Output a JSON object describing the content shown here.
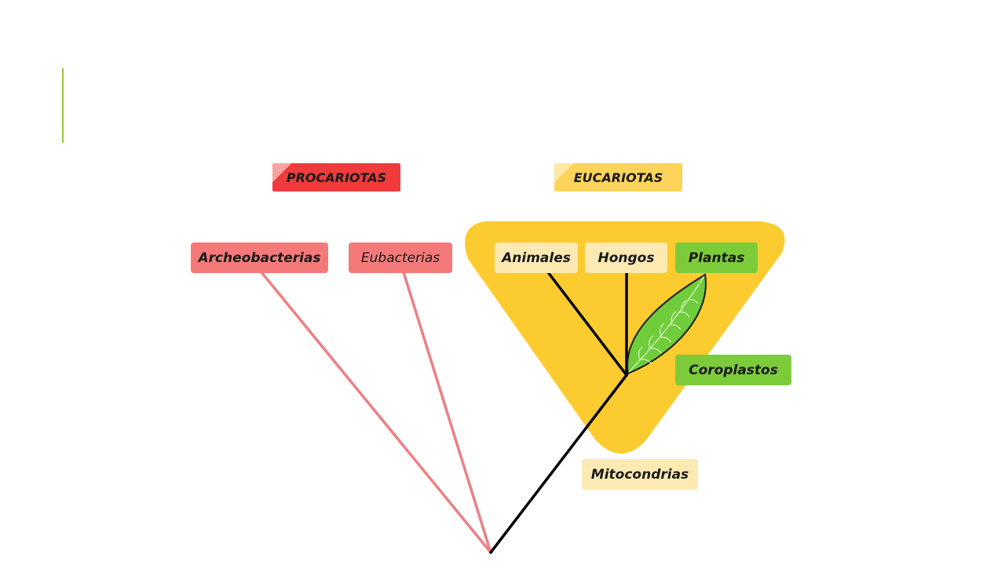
{
  "header": {
    "procariotas": "PROCARIOTAS",
    "eucariotas": "EUCARIOTAS"
  },
  "nodes": {
    "archeobacterias": "Archeobacterias",
    "eubacterias": "Eubacterias",
    "animales": "Animales",
    "hongos": "Hongos",
    "plantas": "Plantas",
    "coroplastos": "Coroplastos",
    "mitocondrias": "Mitocondrias"
  },
  "colors": {
    "accent": "#9ac43a",
    "prokaryote_label": "#f47a7a",
    "prokaryote_branch": "#ee7f84",
    "prokaryote_header": "#ef3b3b",
    "eukaryote_region": "#fccb2f",
    "eukaryote_label": "#fdeab3",
    "eukaryote_header": "#fdd35a",
    "plant_green": "#7ccc3a",
    "leaf_green": "#6fcc3a",
    "branch_black": "#000000"
  },
  "icons": {
    "leaf": "leaf-icon"
  }
}
